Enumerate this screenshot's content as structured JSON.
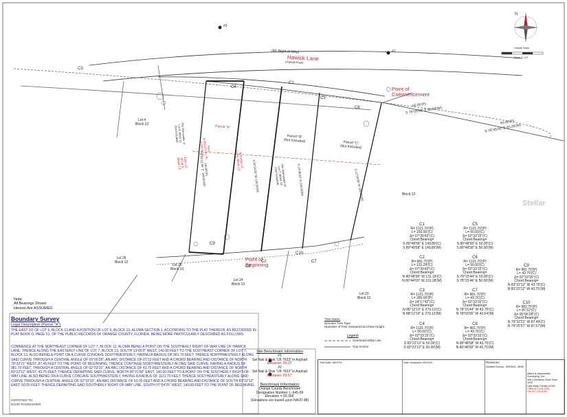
{
  "north_arrow": {
    "label": "N",
    "scale_label": "Graphic Scale",
    "scale_text": "Scale: 1\"=20'"
  },
  "street": {
    "row": "(60' Right-of-Way)",
    "name": "Hawick Lane",
    "surface": "(Asphalt Road)"
  },
  "benchmarks_map": [
    "#2",
    "#1",
    "#1",
    "#2"
  ],
  "lots": {
    "lot4": "Lot 4\nBlock 13",
    "lot26": "Lot 26\nBlock 13",
    "lot25": "Lot 25\nBlock 13",
    "lot24": "Lot 24\nBlock 13",
    "lot23": "Lot 23\nBlock 13",
    "block13": "Block 13"
  },
  "curve_labels": [
    "C1",
    "C2",
    "C3",
    "C4",
    "C5",
    "C6",
    "C7",
    "C8",
    "C9",
    "C10"
  ],
  "points": {
    "commencement": "Point of\nCommencement",
    "beginning": "Point of\nBeginning"
  },
  "parcels": {
    "parcel_a": "Parcel \"A\"",
    "parcel_b": "Parcel \"B\"\n(Not Included)",
    "parcel_c": "Parcel \"C\"\n(Not Included)",
    "area": "Area\n6,083.82± Sq. Ft.\n0.140 Acres",
    "east_half": "East 1/2\nof Lot 6,\nBlock 13",
    "portion_lot6": "A Portion of\nLot 6, Block 13",
    "remainder_lot7": "The Remainder of\nLot 7, Block 13\n(Not Included)",
    "remainder_lot6": "The Remainder of\nLot 6, Block 13\n(Not Included)"
  },
  "distances": {
    "d1": "60.00'(P)",
    "d2": "S 76°05'00\" E  59.59'(M)",
    "d3": "60.00'(P)",
    "d4": "S 76°45'00\" E  60.26'(M)",
    "d5": "140.00'(P)\nN 03°21'06\" E  140.00'(M)",
    "d6": "S 05°54'29\" W  140.00'(M)",
    "d7": "N 13°06'29\" E  140.00'(M)",
    "d8": "S 12°59'58\" W  140.00'(M)"
  },
  "curve_tables": [
    {
      "id": "C1",
      "rows": [
        "R= 1121.70'(P)",
        "L= 150.00'(C)",
        "Δ= 07°39'43\"(C)",
        "Chord Bearing=",
        "S 80°48'58\" E  149.89'(C)",
        "S 80°48'58\" E  149.89'(M)"
      ]
    },
    {
      "id": "C2",
      "rows": [
        "R= 981.70'(P)",
        "L= 131.28'(C)",
        "Δ= 07°39'43\"(C)",
        "Chord Bearing=",
        "N 80°48'58\" W  131.18'(C)",
        "N 80°44'09\" W  131.28'(M)"
      ]
    },
    {
      "id": "C3",
      "rows": [
        "R= 1121.70'(P)",
        "L= 280.00'(P)",
        "Δ= 14°17'42\"(C)",
        "Chord Bearing=",
        "N 88°12'19\" E  279.13'(C)",
        "N 88°12'19\" E  279.13'(M)"
      ]
    },
    {
      "id": "C4",
      "rows": [
        "R= 1121.70'(P)",
        "L= 50.00'(C)",
        "Δ= 02°33'15\"(C)",
        "Chord Bearing=",
        "S 83°22'12\" E  50.00'(C)",
        "S 83°22'12\" E  50.00'(M)"
      ]
    },
    {
      "id": "C5",
      "rows": [
        "R= 1121.70'(P)",
        "L= 50.00'(C)",
        "Δ= 02°33'15\"(C)",
        "Chord Bearing=",
        "S 80°48'58\" E  50.00'(C)",
        "S 80°48'58\" E  50.00'(M)"
      ]
    },
    {
      "id": "C6",
      "rows": [
        "R= 1121.70'(P)",
        "L= 50.00'(C)",
        "Δ= 02°33'15\"(C)",
        "Chord Bearing=",
        "S 78°15'44\" E  50.00'(C)",
        "S 78°15'44\" E  50.00'(M)"
      ]
    },
    {
      "id": "C7",
      "rows": [
        "R= 981.70'(P)",
        "L= 43.76'(C)",
        "Δ= 02°33'15\"(C)",
        "Chord Bearing=",
        "N 78°15'44\" W  43.75'(C)",
        "N 78°03'06\" W  43.64'(M)"
      ]
    },
    {
      "id": "C8",
      "rows": [
        "R= 981.70'(P)",
        "L= 43.76'(C)",
        "Δ= 02°33'15\"(C)",
        "Chord Bearing=",
        "N 80°48'58\" W  43.75'(C)",
        "N 80°48'58\" W  43.75'(M)"
      ]
    },
    {
      "id": "C9",
      "rows": [
        "R= 981.70'(P)",
        "L= 43.76'(C)",
        "Δ= 02°33'15\"(C)",
        "Chord Bearing=",
        "N 83°22'12\" W  43.75'(C)",
        "N 83°22'12\" W  43.75'(M)"
      ]
    },
    {
      "id": "C10",
      "rows": [
        "R= 981.70'(P)",
        "L= 87.52'(C)",
        "Δ= 05°06'28\"(C)",
        "Chord Bearing=",
        "N 79°32'21\" W  87.49'(C)",
        "N 79°25'57\" W  87.57'(M)"
      ]
    }
  ],
  "note": {
    "line1": "Note:",
    "line2": "All Bearings Shown",
    "line3": "Hereon Are ASSUMED."
  },
  "boundary": {
    "title": "Boundary Survey",
    "subtitle": "Legal Description (Parcel \"A\")",
    "p1": "THE EAST 1/2 OF LOT 6, BLOCK 13 AND A PORTION OF LOT 6, BLOCK 13, ALOMA SECTION 1, ACCORDING TO THE PLAT THEREOF, AS RECORDED IN PLAT BOOK O, PAGE 51, OF THE PUBLIC RECORDS OF ORANGE COUNTY, FLORIDA, BEING MORE PARTICULARLY DESCRIBED AS FOLLOWS:",
    "p2": "COMMENCE AT THE NORTHEAST CORNER OF LOT 7, BLOCK 13, ALOMA BEING A POINT ON THE SOUTHERLY RIGHT-OF-WAY LINE OF HAWICK LANE, THENCE ALONG THE EASTERLY LINE OF LOT 7, BLOCK 13, SOUTH 13°05'0\" WEST, 140.00 FEET TO THE SOUTHEAST CORNER OF LOT 7, BLOCK 13, ALSO BEING A POINT ON A CURVE CONCAVE SOUTHWESTERLY, HAVING A RADIUS OF 981.70 FEET; THENCE NORTHWESTERLY ALONG SAID CURVE THROUGH A CENTRAL ANGLE OF 05°06'28\", AN ARC DISTANCE OF 87.52 FEET AND A CHORD BEARING AND DISTANCE OF NORTH 79°32'21\" WEST, 87.49 FEET TO THE POINT OF BEGINNING; THENCE CONTINUE NORTHWESTERLY ALONG SAID CURVE, HAVING A RADIUS OF 981.70 FEET, THROUGH A CENTRAL ANGLE OF 02°33'15\", AN ARC DISTANCE OF 43.76 FEET AND A CHORD BEARING AND DISTANCE OF NORTH 83°22'12\" WEST, 43.75 FEET; THENCE DEPARTING SAID CURVE, NORTH 05°21'00\" EAST, 140.00 FEET TO A POINT ON THE SOUTHERLY RIGHT-OF-WAY LINE, ALSO BEING ON A CURVE CONCAVE SOUTHWESTERLY, HAVING A RADIUS OF 1121.70 FEET; THENCE SOUTHEASTERLY ALONG SAID CURVE THROUGH A CENTRAL ANGLE OF 02°33'15\", AN ARC DISTANCE OF 50.00 FEET AND A CHORD BEARING AND DISTANCE OF SOUTH 83°22'12\" EAST, 50.00 FEET; THENCE DEPARTING SAID SOUTHERLY RIGHT-OF-WAY LINE, SOUTH 07°54'25\" WEST, 140.00 FEET TO THE POINT OF BEGINNING.",
    "certified": "CERTIFIED TO:",
    "name": "DAVID RASMUSSEN"
  },
  "site_bench": {
    "heading": "Site Benchmark Information",
    "b1_id": "#1",
    "b1_desc": "Set Nail & Disk \"LB 7623\" in Asphalt",
    "b1_elev": "Elevation: 89.22'",
    "b2_id": "#2",
    "b2_desc": "Set Nail & Disk \"LB 7623\" in Asphalt",
    "b2_elev": "Elevation: 89.67'"
  },
  "county_bench": {
    "heading": "Benchmark Information",
    "name": "Orange County Benchmark",
    "designation": "Designation Number: L-645-09",
    "elev": "Elevation = 93.306'",
    "datum": "(Elevations are based upon NAVD 88)"
  },
  "legend": {
    "heading": "Legend",
    "line1": "Overhead Utility Line",
    "line2": "Guy Anchor",
    "tree_note": "Tree Notes:",
    "tree1": "Denotes Tree Type",
    "tree2": "Diameter of Tree measured at Chest Height"
  },
  "title_block": {
    "date_field": "Field Date: 06/07/24",
    "date_complete": "Date Completed: 06/10/24",
    "revisions": "Revisions",
    "updated": "Updated Survey - 06/03/25 - AB/M",
    "company": "Allied & Associates Surveying, Inc.",
    "address1": "408 Commerce Circle  Suite 1020",
    "address2": "Lake Mary, Florida  32746",
    "office": "Office:407.678.3366",
    "fax": "Fax:407.320.8165"
  },
  "watermark": "Stellar"
}
